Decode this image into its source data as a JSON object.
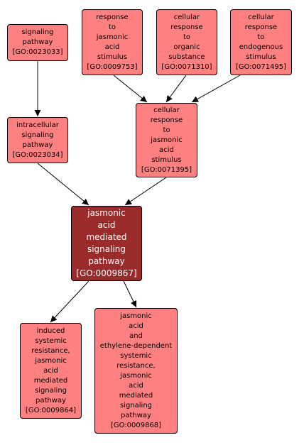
{
  "colors": {
    "node_fill": "#ff8080",
    "main_fill": "#9b2b2b",
    "node_text": "#000000",
    "main_text": "#ffffff",
    "edge": "#000000"
  },
  "nodes": {
    "go0023033": {
      "label": "signaling\npathway\n[GO:0023033]"
    },
    "go0009753": {
      "label": "response\nto\njasmonic\nacid\nstimulus\n[GO:0009753]"
    },
    "go0071310": {
      "label": "cellular\nresponse\nto\norganic\nsubstance\n[GO:0071310]"
    },
    "go0071495": {
      "label": "cellular\nresponse\nto\nendogenous\nstimulus\n[GO:0071495]"
    },
    "go0023034": {
      "label": "intracellular\nsignaling\npathway\n[GO:0023034]"
    },
    "go0071395": {
      "label": "cellular\nresponse\nto\njasmonic\nacid\nstimulus\n[GO:0071395]"
    },
    "go0009867": {
      "label": "jasmonic\nacid\nmediated\nsignaling\npathway\n[GO:0009867]"
    },
    "go0009864": {
      "label": "induced\nsystemic\nresistance,\njasmonic\nacid\nmediated\nsignaling\npathway\n[GO:0009864]"
    },
    "go0009868": {
      "label": "jasmonic\nacid\nand\nethylene-dependent\nsystemic\nresistance,\njasmonic\nacid\nmediated\nsignaling\npathway\n[GO:0009868]"
    }
  }
}
